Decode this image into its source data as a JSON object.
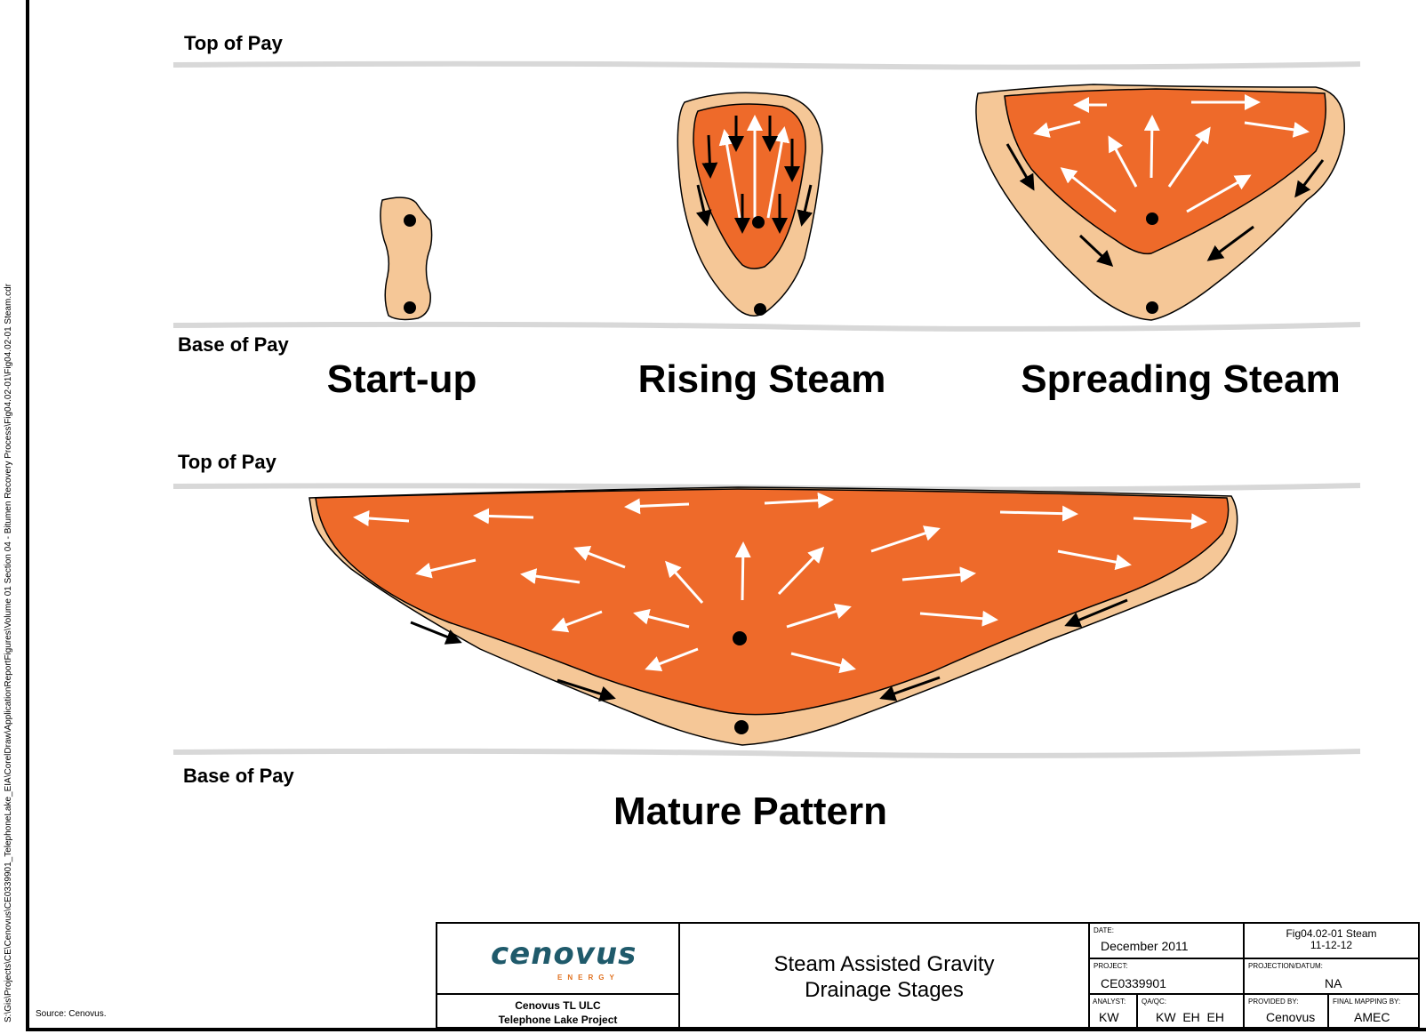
{
  "diagram": {
    "top_panel": {
      "top_label": "Top of Pay",
      "base_label": "Base of Pay",
      "stages": [
        "Start-up",
        "Rising Steam",
        "Spreading Steam"
      ]
    },
    "bottom_panel": {
      "top_label": "Top of Pay",
      "base_label": "Base of Pay",
      "stage": "Mature Pattern"
    },
    "colors": {
      "steam": "#ee6a2a",
      "drainage": "#f5c797",
      "well": "#000000",
      "pay_line": "#d8d8d8"
    }
  },
  "side_path": "S:\\Gis\\Projects\\CE\\Cenovus\\CE0339901_TelephoneLake_EIA\\CorelDraw\\ApplicationReportFigures\\Volume 01 Section 04 - Bitumen Recovery Process\\Fig04.02-01\\Fig04.02-01 Steam.cdr",
  "source_note": "Source: Cenovus.",
  "title_block": {
    "logo": {
      "word": "cenovus",
      "sub": "ENERGY"
    },
    "company": [
      "Cenovus TL ULC",
      "Telephone Lake Project"
    ],
    "title": [
      "Steam Assisted Gravity",
      "Drainage Stages"
    ],
    "date_label": "DATE:",
    "date": "December 2011",
    "project_label": "PROJECT:",
    "project": "CE0339901",
    "figure": [
      "Fig04.02-01 Steam",
      "11-12-12"
    ],
    "projection_label": "PROJECTION/DATUM:",
    "projection": "NA",
    "analyst_label": "ANALYST:",
    "analyst": "KW",
    "qaqc_label": "QA/QC:",
    "qaqc": "KW  EH  EH",
    "provided_label": "PROVIDED BY:",
    "provided": "Cenovus",
    "final_label": "FINAL MAPPING BY:",
    "final": "AMEC"
  }
}
